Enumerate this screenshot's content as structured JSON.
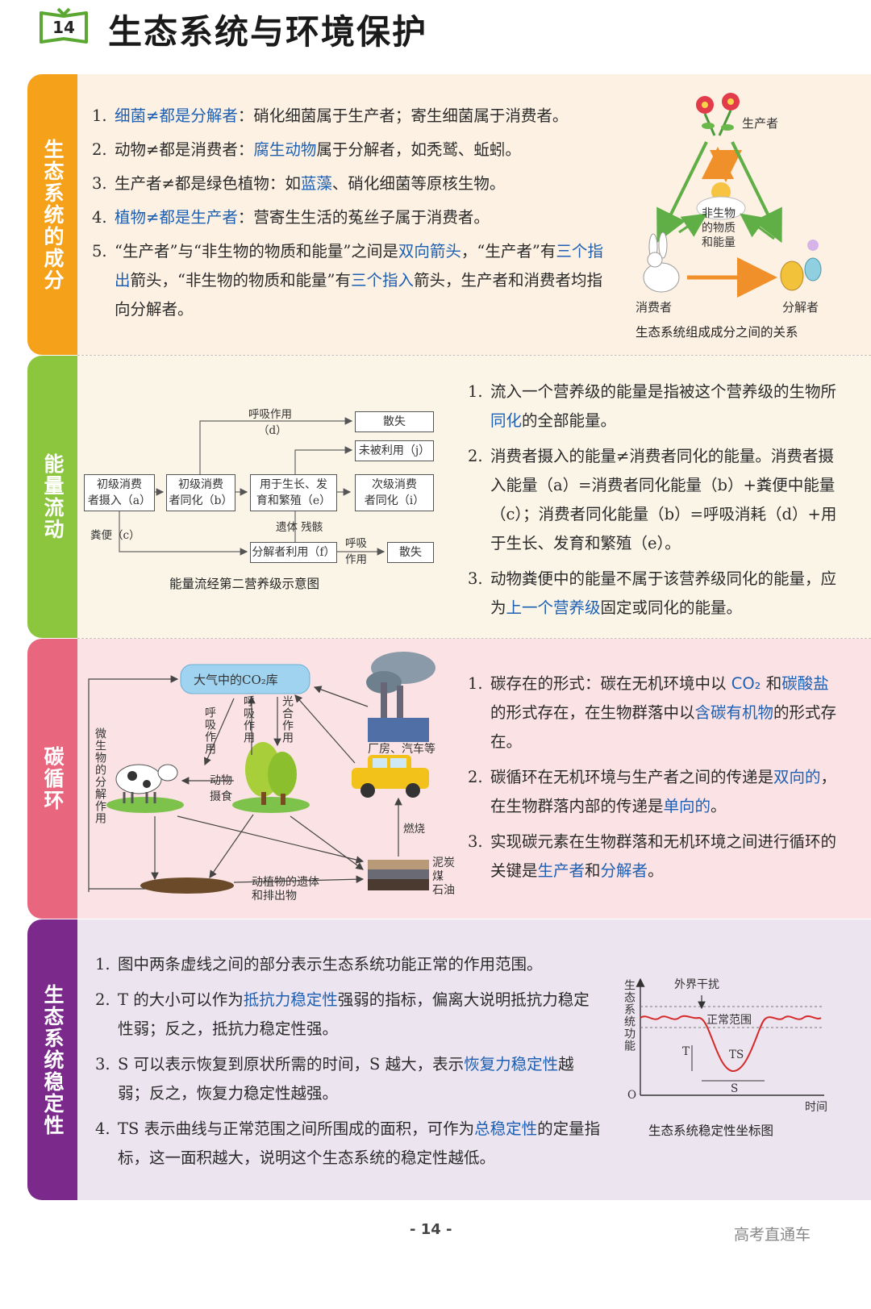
{
  "header": {
    "page_badge": "14",
    "title": "生态系统与环境保护"
  },
  "sections": [
    {
      "tab": "生态系统的成分",
      "items": [
        {
          "num": "1.",
          "segs": [
            {
              "t": "细菌≠都是分解者",
              "h": true
            },
            {
              "t": "：硝化细菌属于生产者；寄生细菌属于消费者。",
              "h": false
            }
          ]
        },
        {
          "num": "2.",
          "segs": [
            {
              "t": "动物≠都是消费者：",
              "h": false
            },
            {
              "t": "腐生动物",
              "h": true
            },
            {
              "t": "属于分解者，如秃鹫、蚯蚓。",
              "h": false
            }
          ]
        },
        {
          "num": "3.",
          "segs": [
            {
              "t": "生产者≠都是绿色植物：如",
              "h": false
            },
            {
              "t": "蓝藻",
              "h": true
            },
            {
              "t": "、硝化细菌等原核生物。",
              "h": false
            }
          ]
        },
        {
          "num": "4.",
          "segs": [
            {
              "t": "植物≠都是生产者",
              "h": true
            },
            {
              "t": "：营寄生生活的菟丝子属于消费者。",
              "h": false
            }
          ]
        },
        {
          "num": "5.",
          "segs": [
            {
              "t": "“生产者”与“非生物的物质和能量”之间是",
              "h": false
            },
            {
              "t": "双向箭头",
              "h": true
            },
            {
              "t": "，“生产者”有",
              "h": false
            },
            {
              "t": "三个指出",
              "h": true
            },
            {
              "t": "箭头，“非生物的物质和能量”有",
              "h": false
            },
            {
              "t": "三个指入",
              "h": true
            },
            {
              "t": "箭头，生产者和消费者均指向分解者。",
              "h": false
            }
          ]
        }
      ],
      "figure": {
        "producer": "生产者",
        "abiotic": [
          "非生物",
          "的物质",
          "和能量"
        ],
        "consumer": "消费者",
        "decomposer": "分解者",
        "caption": "生态系统组成成分之间的关系"
      }
    },
    {
      "tab": "能量流动",
      "figure": {
        "respiration_label": "呼吸作用",
        "respiration_code": "（d）",
        "lost_top": "散失",
        "unused": "未被利用（j）",
        "box_a": [
          "初级消费",
          "者摄入（a）"
        ],
        "box_b": [
          "初级消费",
          "者同化（b）"
        ],
        "box_e": [
          "用于生长、发",
          "育和繁殖（e）"
        ],
        "box_i": [
          "次级消费",
          "者同化（i）"
        ],
        "feces": "粪便（c）",
        "remains": "遗体 残骸",
        "decomposer": "分解者利用（f）",
        "resp2": [
          "呼吸",
          "作用"
        ],
        "lost_bottom": "散失",
        "caption": "能量流经第二营养级示意图"
      },
      "items": [
        {
          "num": "1.",
          "segs": [
            {
              "t": "流入一个营养级的能量是指被这个营养级的生物所",
              "h": false
            },
            {
              "t": "同化",
              "h": true
            },
            {
              "t": "的全部能量。",
              "h": false
            }
          ]
        },
        {
          "num": "2.",
          "segs": [
            {
              "t": "消费者摄入的能量≠消费者同化的能量。消费者摄入能量（a）=消费者同化能量（b）+粪便中能量（c）；消费者同化能量（b）=呼吸消耗（d）+用于生长、发育和繁殖（e）。",
              "h": false
            }
          ]
        },
        {
          "num": "3.",
          "segs": [
            {
              "t": "动物粪便中的能量不属于该营养级同化的能量，应为",
              "h": false
            },
            {
              "t": "上一个营养级",
              "h": true
            },
            {
              "t": "固定或同化的能量。",
              "h": false
            }
          ]
        }
      ]
    },
    {
      "tab": "碳循环",
      "figure": {
        "atmosphere": "大气中的CO₂库",
        "resp": "呼吸作用",
        "resp2": "呼吸作用",
        "photo": "光合作用",
        "factory": "厂房、汽车等",
        "micro": "微生物的分解作用",
        "eat": [
          "动物",
          "摄食"
        ],
        "burn": "燃烧",
        "remains": [
          "动植物的遗体",
          "和排出物"
        ],
        "fuels": [
          "泥炭",
          "煤",
          "石油"
        ]
      },
      "items": [
        {
          "num": "1.",
          "segs": [
            {
              "t": "碳存在的形式：碳在无机环境中以 ",
              "h": false
            },
            {
              "t": "CO₂",
              "h": true
            },
            {
              "t": " 和",
              "h": false
            },
            {
              "t": "碳酸盐",
              "h": true
            },
            {
              "t": "的形式存在，在生物群落中以",
              "h": false
            },
            {
              "t": "含碳有机物",
              "h": true
            },
            {
              "t": "的形式存在。",
              "h": false
            }
          ]
        },
        {
          "num": "2.",
          "segs": [
            {
              "t": "碳循环在无机环境与生产者之间的传递是",
              "h": false
            },
            {
              "t": "双向的",
              "h": true
            },
            {
              "t": "，在生物群落内部的传递是",
              "h": false
            },
            {
              "t": "单向的",
              "h": true
            },
            {
              "t": "。",
              "h": false
            }
          ]
        },
        {
          "num": "3.",
          "segs": [
            {
              "t": "实现碳元素在生物群落和无机环境之间进行循环的关键是",
              "h": false
            },
            {
              "t": "生产者",
              "h": true
            },
            {
              "t": "和",
              "h": false
            },
            {
              "t": "分解者",
              "h": true
            },
            {
              "t": "。",
              "h": false
            }
          ]
        }
      ]
    },
    {
      "tab": "生态系统稳定性",
      "items": [
        {
          "num": "1.",
          "segs": [
            {
              "t": "图中两条虚线之间的部分表示生态系统功能正常的作用范围。",
              "h": false
            }
          ]
        },
        {
          "num": "2.",
          "segs": [
            {
              "t": "T 的大小可以作为",
              "h": false
            },
            {
              "t": "抵抗力稳定性",
              "h": true
            },
            {
              "t": "强弱的指标，偏离大说明抵抗力稳定性弱；反之，抵抗力稳定性强。",
              "h": false
            }
          ]
        },
        {
          "num": "3.",
          "segs": [
            {
              "t": "S 可以表示恢复到原状所需的时间，S 越大，表示",
              "h": false
            },
            {
              "t": "恢复力稳定性",
              "h": true
            },
            {
              "t": "越弱；反之，恢复力稳定性越强。",
              "h": false
            }
          ]
        },
        {
          "num": "4.",
          "segs": [
            {
              "t": "TS 表示曲线与正常范围之间所围成的面积，可作为",
              "h": false
            },
            {
              "t": "总稳定性",
              "h": true
            },
            {
              "t": "的定量指标，这一面积越大，说明这个生态系统的稳定性越低。",
              "h": false
            }
          ]
        }
      ],
      "figure": {
        "ylabel": "生态系统功能",
        "disturb": "外界干扰",
        "normal": "正常范围",
        "T": "T",
        "TS": "TS",
        "S": "S",
        "origin": "O",
        "xlabel": "时间",
        "caption": "生态系统稳定性坐标图"
      }
    }
  ],
  "footer": {
    "page": "- 14 -",
    "brand": "高考直通车"
  },
  "colors": {
    "highlight": "#1d5fb3",
    "tab1": "#f5a21a",
    "tab2": "#8cc63f",
    "tab3": "#e8677f",
    "tab4": "#7b2a8c"
  }
}
